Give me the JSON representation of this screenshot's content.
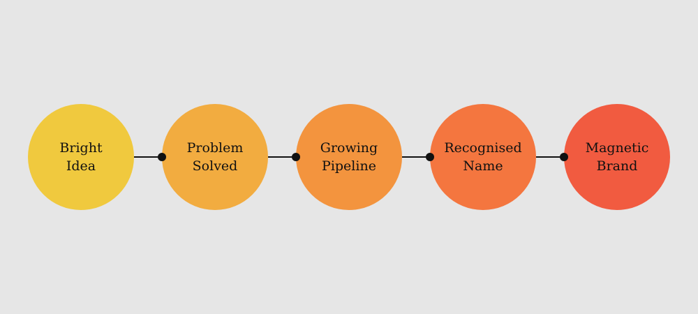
{
  "steps": [
    {
      "line1": "Bright",
      "line2": "Idea",
      "color": "#f0c93e"
    },
    {
      "line1": "Problem",
      "line2": "Solved",
      "color": "#f2ac40"
    },
    {
      "line1": "Growing",
      "line2": "Pipeline",
      "color": "#f3943e"
    },
    {
      "line1": "Recognised",
      "line2": "Name",
      "color": "#f4763f"
    },
    {
      "line1": "Magnetic",
      "line2": "Brand",
      "color": "#f15b40"
    }
  ],
  "connector_color": "#111111",
  "background": "#e6e6e6"
}
